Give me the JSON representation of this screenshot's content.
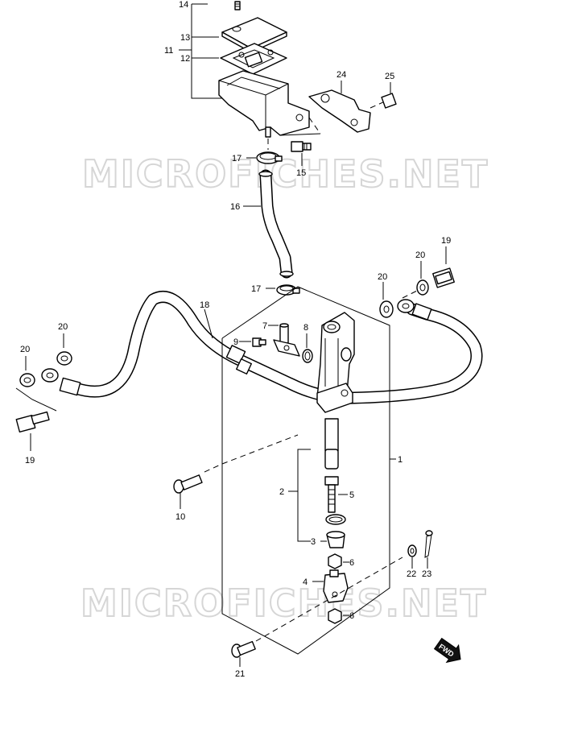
{
  "watermark": {
    "text": "MICROFICHES.NET"
  },
  "fwd_badge": {
    "text": "FWD"
  },
  "callouts": {
    "c14": "14",
    "c13": "13",
    "c11": "11",
    "c12": "12",
    "c24": "24",
    "c25": "25",
    "c17a": "17",
    "c15": "15",
    "c16": "16",
    "c17b": "17",
    "c19a": "19",
    "c20a": "20",
    "c20b": "20",
    "c18": "18",
    "c20c": "20",
    "c20d": "20",
    "c7": "7",
    "c8": "8",
    "c9": "9",
    "c19b": "19",
    "c1": "1",
    "c10": "10",
    "c2": "2",
    "c5": "5",
    "c3": "3",
    "c6a": "6",
    "c4": "4",
    "c6b": "6",
    "c22": "22",
    "c23": "23",
    "c21": "21"
  }
}
